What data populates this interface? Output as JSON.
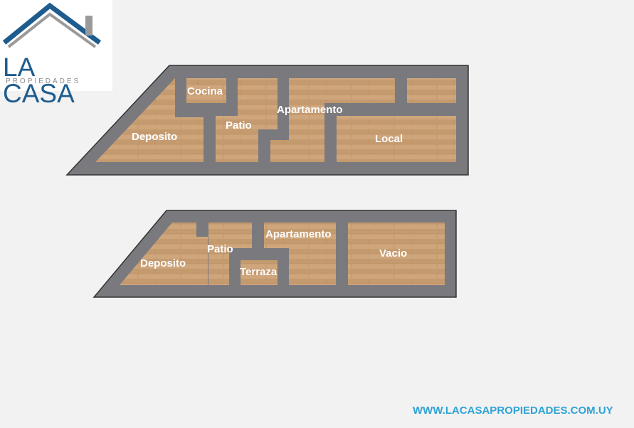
{
  "logo": {
    "title": "LA CASA",
    "subtitle": "PROPIEDADES"
  },
  "plan_upper": {
    "rooms": {
      "cocina": "Cocina",
      "patio": "Patio",
      "apartamento": "Apartamento",
      "deposito": "Deposito",
      "local": "Local"
    }
  },
  "plan_lower": {
    "rooms": {
      "deposito": "Deposito",
      "patio": "Patio",
      "apartamento": "Apartamento",
      "terraza": "Terraza",
      "vacio": "Vacio"
    }
  },
  "footer": {
    "website": "WWW.LACASAPROPIEDADES.COM.UY"
  },
  "colors": {
    "wall": "#7a7a7e",
    "floor": "#c9a27a",
    "brand": "#1e5c8e",
    "link": "#2ea3d6"
  }
}
